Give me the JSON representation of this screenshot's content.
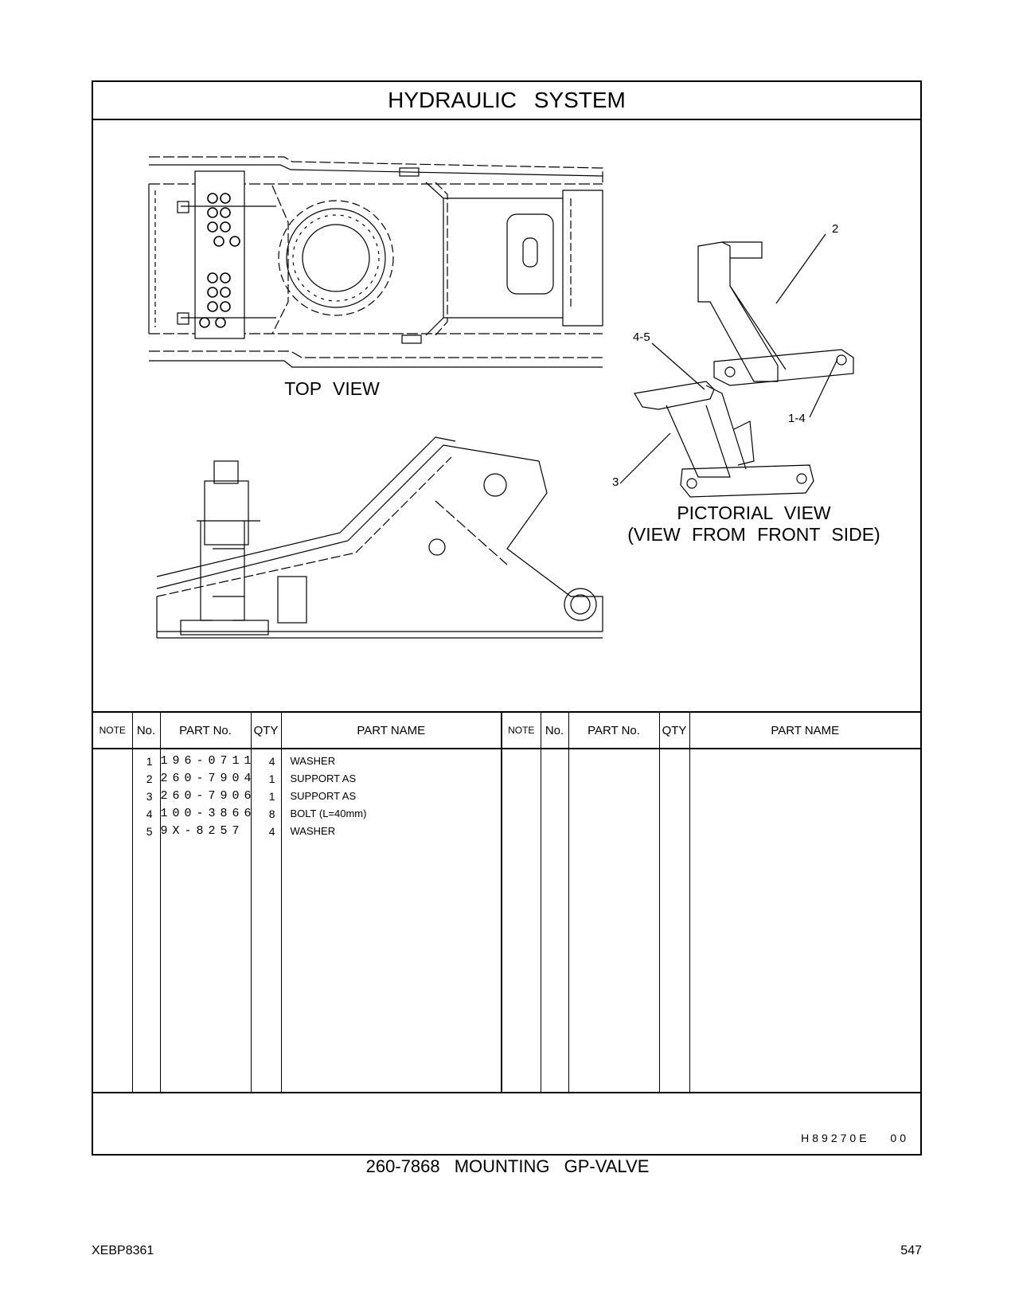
{
  "header": {
    "title": "HYDRAULIC SYSTEM"
  },
  "views": {
    "top": "TOP VIEW",
    "pictorial_line1": "PICTORIAL VIEW",
    "pictorial_line2": "(VIEW FROM FRONT SIDE)"
  },
  "callouts": [
    "2",
    "4-5",
    "1-4",
    "3"
  ],
  "table": {
    "headers": {
      "note": "NOTE",
      "no": "No.",
      "part_no": "PART No.",
      "qty": "QTY",
      "part_name": "PART NAME"
    },
    "rows": [
      {
        "no": "1",
        "part_no": "196-0711",
        "qty": "4",
        "name": "WASHER"
      },
      {
        "no": "2",
        "part_no": "260-7904",
        "qty": "1",
        "name": "SUPPORT AS"
      },
      {
        "no": "3",
        "part_no": "260-7906",
        "qty": "1",
        "name": "SUPPORT AS"
      },
      {
        "no": "4",
        "part_no": "100-3866",
        "qty": "8",
        "name": "BOLT (L=40mm)"
      },
      {
        "no": "5",
        "part_no": "9X-8257",
        "qty": "4",
        "name": "WASHER"
      }
    ]
  },
  "doc_code": "H89270E 00",
  "caption": "260-7868 MOUNTING GP-VALVE",
  "footer": {
    "doc_id": "XEBP8361",
    "page": "547"
  }
}
